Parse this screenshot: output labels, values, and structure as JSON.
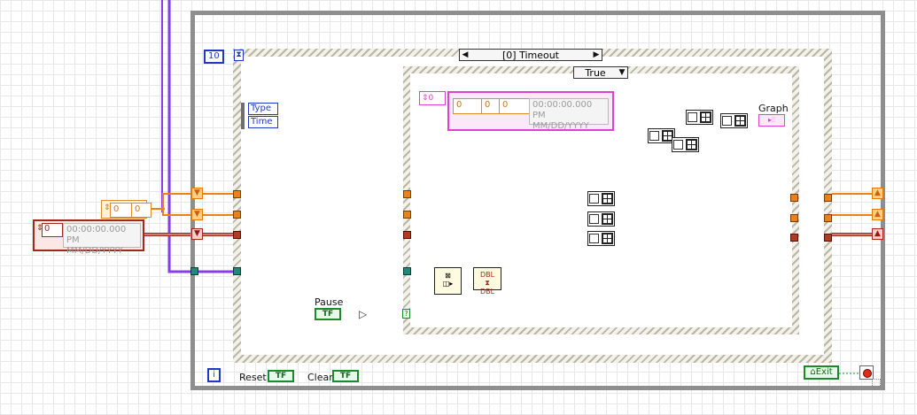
{
  "labels": {
    "type": "Type",
    "time": "Time",
    "pause": "Pause",
    "graph": "Graph",
    "reset": "Reset",
    "clear": "Clear",
    "exit": "Exit",
    "iteration": "i"
  },
  "event_structure": {
    "selector": "[0] Timeout",
    "timeout_value": "10"
  },
  "case_structure": {
    "selector": "True"
  },
  "constants": {
    "num_zero_a": "0",
    "num_zero_b": "0",
    "num_zero_c": "0",
    "bool_tf": "TF",
    "timestamp_time": "00:00:00.000 PM",
    "timestamp_date": "MM/DD/YYYY",
    "cluster_num_a": "0",
    "cluster_num_b": "0",
    "cluster_num_c": "0"
  },
  "colors": {
    "orange_wire": "#e9821b",
    "red_wire": "#a2271c",
    "purple_wire": "#8a3ce6",
    "pink_wire": "#e040d0",
    "frame_gray": "#8e8e8e",
    "bool_green": "#1a8a2a"
  },
  "icons": [
    "tunnel-icon",
    "shift-register-icon",
    "build-array-icon",
    "bundle-icon",
    "unbundle-icon",
    "not-gate-icon",
    "stop-icon",
    "loop-condition-icon"
  ]
}
